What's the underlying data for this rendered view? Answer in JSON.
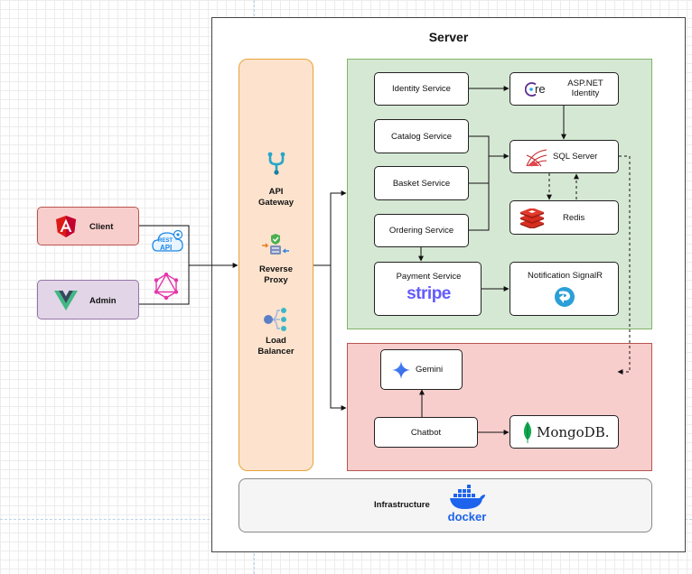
{
  "server": {
    "title": "Server"
  },
  "clients": {
    "client_label": "Client",
    "admin_label": "Admin",
    "rest_badge_top": "REST",
    "rest_badge_bottom": "API"
  },
  "gateway": {
    "api_gateway_label": "API\nGateway",
    "reverse_proxy_label": "Reverse\nProxy",
    "load_balancer_label": "Load\nBalancer"
  },
  "services": {
    "identity": "Identity Service",
    "aspnet_identity": "ASP.NET\nIdentity",
    "aspnet_logo_text": "re",
    "catalog": "Catalog Service",
    "basket": "Basket Service",
    "ordering": "Ordering Service",
    "sql_server": "SQL Server",
    "redis": "Redis",
    "payment": "Payment Service",
    "stripe_logo_text": "stripe",
    "notification": "Notification SignalR"
  },
  "ai": {
    "gemini": "Gemini",
    "chatbot": "Chatbot",
    "mongodb": "MongoDB."
  },
  "infrastructure": {
    "label": "Infrastructure",
    "docker_text": "docker"
  },
  "colors": {
    "gateway_fill": "#fde3cd",
    "gateway_border": "#e8a33a",
    "services_fill": "#d5e8d4",
    "services_border": "#82b366",
    "ai_fill": "#f8cecc",
    "ai_border": "#b85450",
    "infra_fill": "#f5f5f5",
    "client_fill": "#f8cecc",
    "admin_fill": "#e1d5e7",
    "angular_red": "#dd1b16",
    "vue_green": "#41b883",
    "vue_dark": "#35495e",
    "stripe_purple": "#635bff",
    "docker_blue": "#1d63ed",
    "graphql_pink": "#e535ab"
  }
}
